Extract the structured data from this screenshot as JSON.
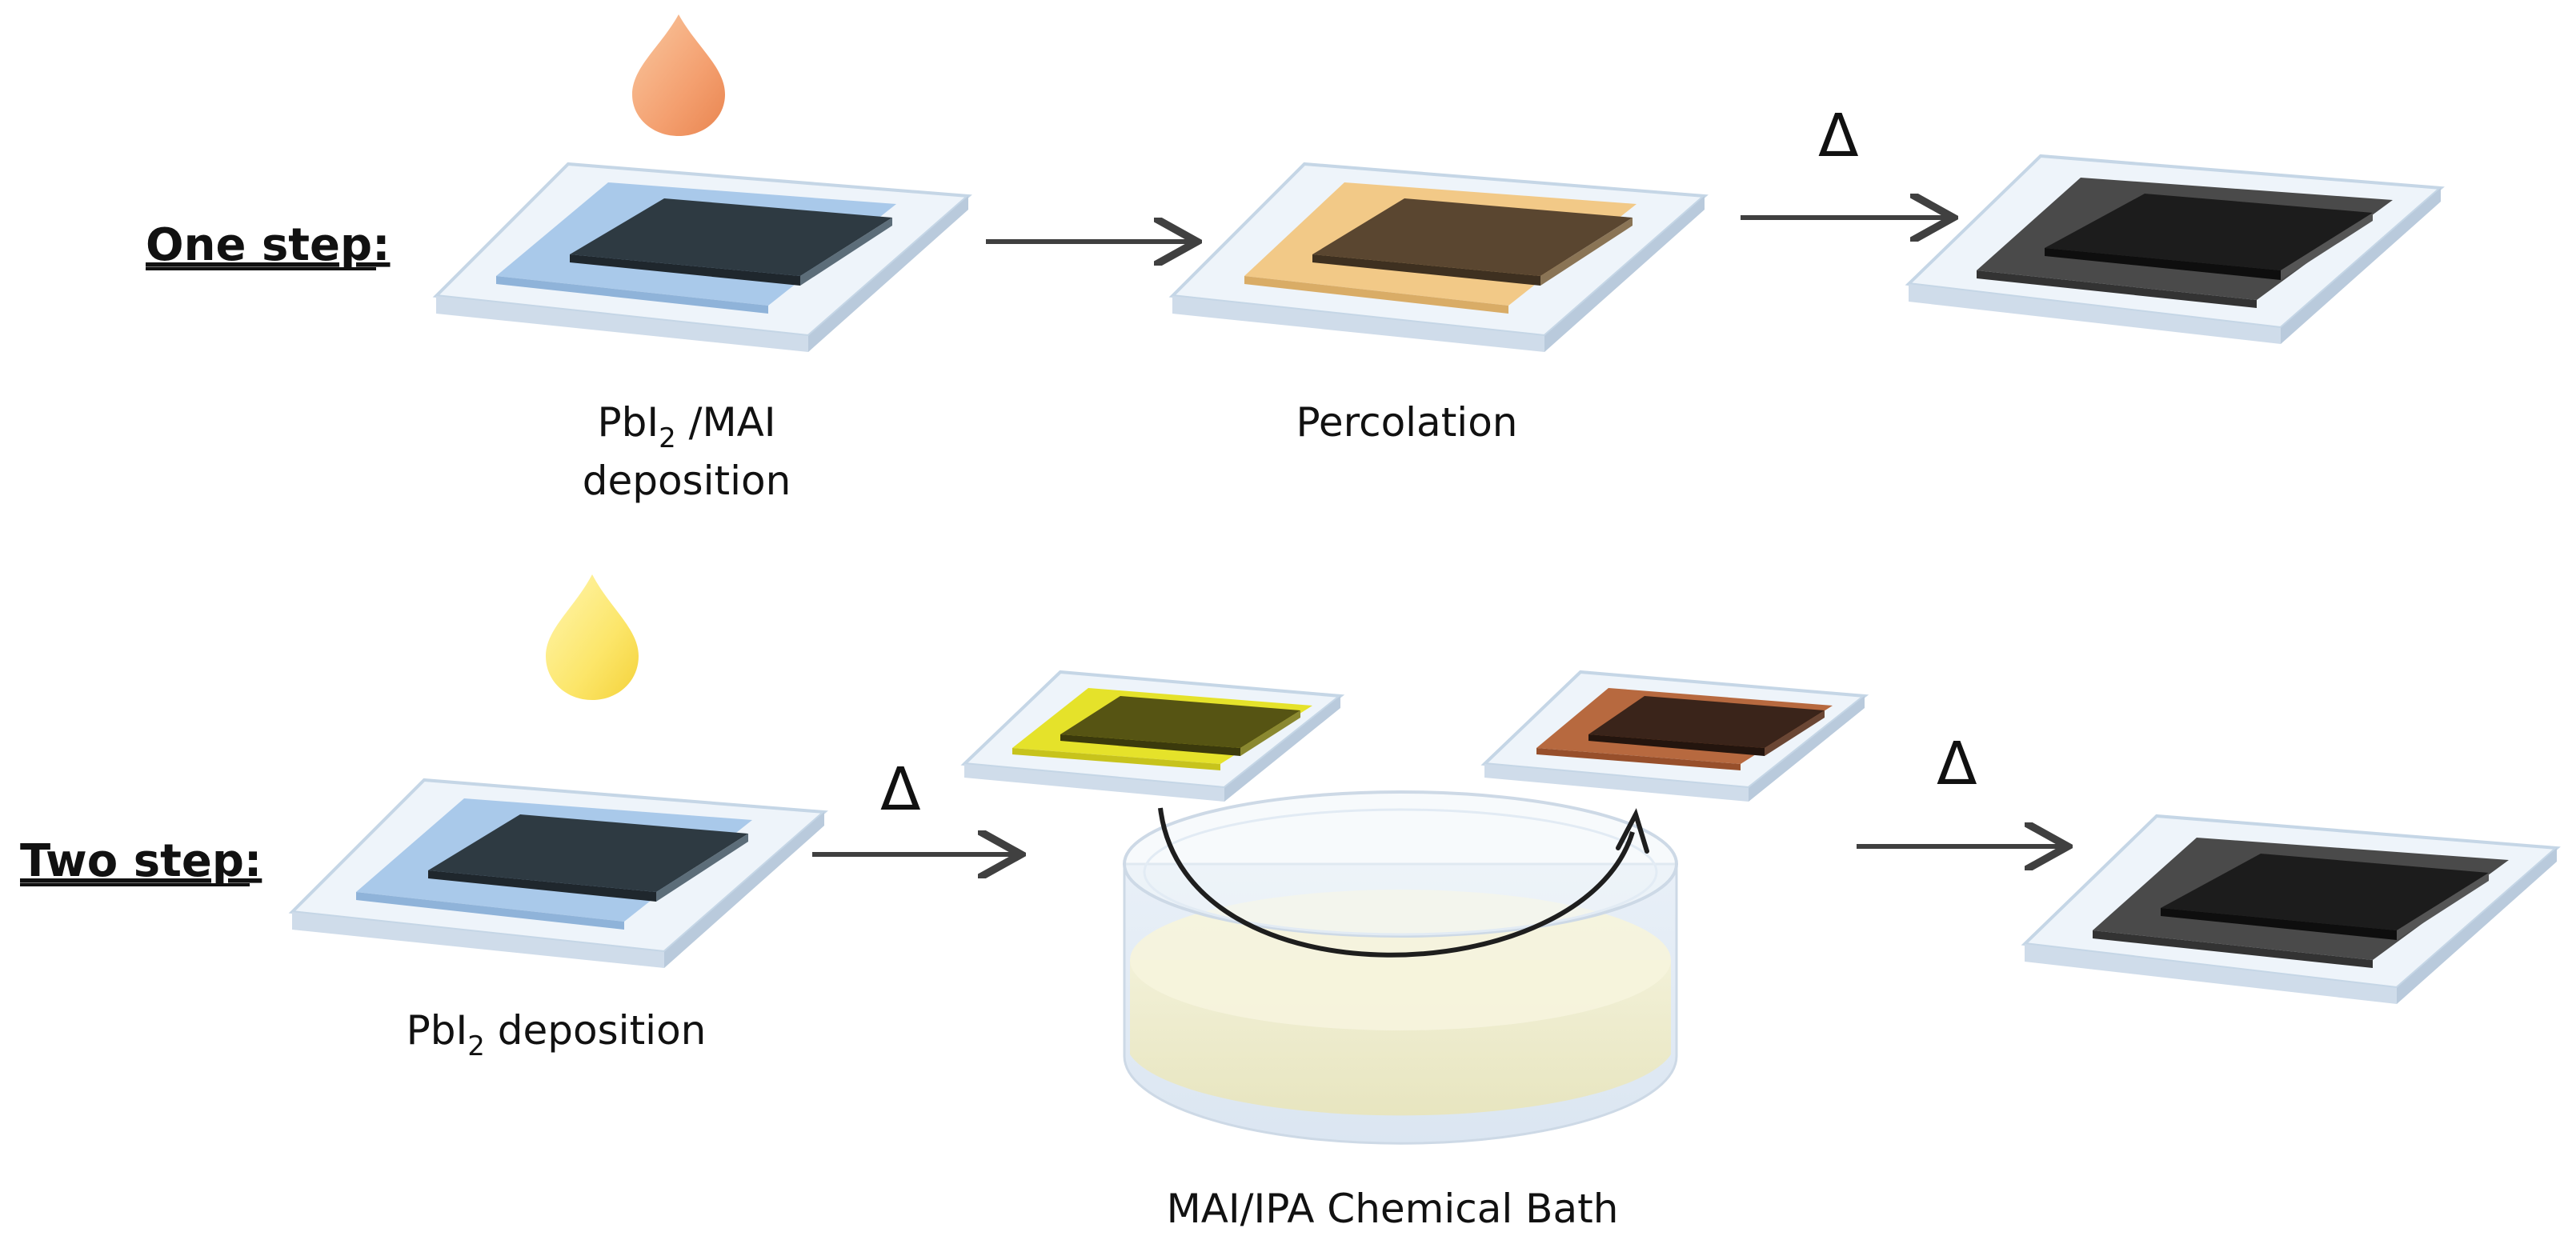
{
  "rows": {
    "one_step": {
      "label": "One step:",
      "captions": {
        "deposition_line1": "PbI",
        "deposition_sub": "2",
        "deposition_line1_rest": " /MAI",
        "deposition_line2": "deposition",
        "percolation": "Percolation"
      },
      "heat_symbol": "Δ"
    },
    "two_step": {
      "label": "Two step:",
      "captions": {
        "deposition_main": "PbI",
        "deposition_sub": "2",
        "deposition_rest": " deposition",
        "bath": "MAI/IPA Chemical Bath"
      },
      "heat_symbol_1": "Δ",
      "heat_symbol_2": "Δ"
    }
  },
  "colors": {
    "substrate": "#dde9f3",
    "glass_blue": "#a9c9ea",
    "dark_film": "#2e3a42",
    "orange_film": "#f2c987",
    "brown_film": "#5a4630",
    "yellow_film": "#e5e22a",
    "copper_film": "#b7693f",
    "black_film": "#1c1c1c",
    "grey_border": "#4a4a4a",
    "drop_orange": "#f4a070",
    "drop_yellow": "#fce66a",
    "bath_liquid": "#efedc9"
  }
}
